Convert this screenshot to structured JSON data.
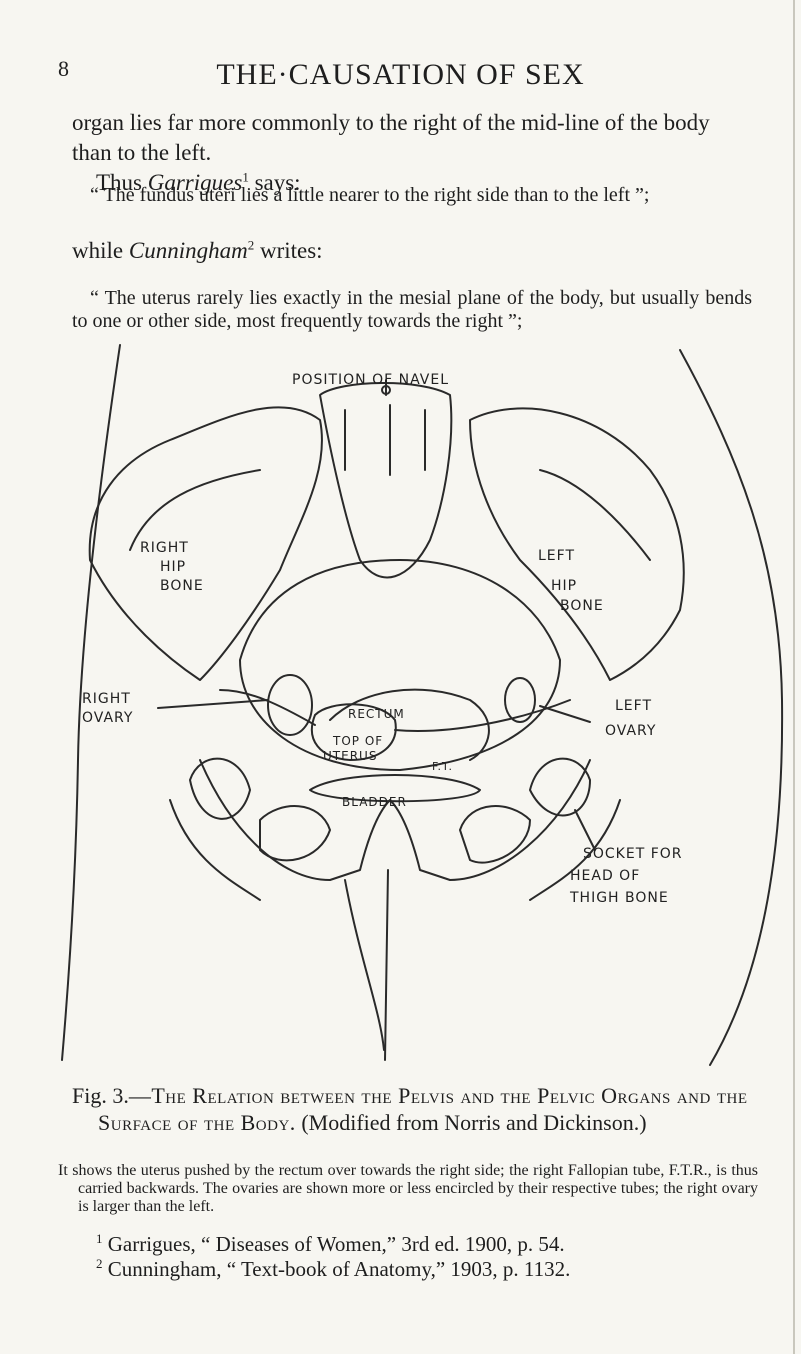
{
  "header": {
    "page_number": "8",
    "running_head": "THE·CAUSATION OF SEX"
  },
  "text": {
    "p1": "organ lies far more commonly to the right of the mid-line of the body than to the left.",
    "p1b_pre": "Thus ",
    "p1b_name": "Garrigues",
    "p1b_ref": "1",
    "p1b_post": " says:",
    "quote1": "“ The fundus uteri lies a little nearer to the right side than to the left ”;",
    "p2_pre": "while ",
    "p2_name": "Cunningham",
    "p2_ref": "2",
    "p2_post": " writes:",
    "quote2": "“ The uterus rarely lies exactly in the mesial plane of the body, but usually bends to one or other side, most frequently towards the right ”;"
  },
  "figure": {
    "labels": {
      "navel": "POSITION OF NAVEL",
      "right_hip_1": "RIGHT",
      "right_hip_2": "HIP",
      "right_hip_3": "BONE",
      "left_hip_1": "LEFT",
      "left_hip_2": "HIP",
      "left_hip_3": "BONE",
      "right_ovary_1": "RIGHT",
      "right_ovary_2": "OVARY",
      "left_ovary_1": "LEFT",
      "left_ovary_2": "OVARY",
      "rectum": "RECTUM",
      "top_of": "TOP OF",
      "uterus": "UTERUS",
      "ft": "F.T.",
      "bladder": "BLADDER",
      "socket_1": "SOCKET FOR",
      "socket_2": "HEAD OF",
      "socket_3": "THIGH BONE"
    }
  },
  "caption": {
    "fig_no": "Fig. 3.",
    "title": "—The Relation between the Pelvis and the Pelvic Organs and the Surface of the Body.",
    "note": "(Modified from Norris and Dickinson.)"
  },
  "description": "It shows the uterus pushed by the rectum over towards the right side; the right Fallopian tube, F.T.R., is thus carried backwards. The ovaries are shown more or less encircled by their respective tubes; the right ovary is larger than the left.",
  "footnotes": [
    {
      "mark": "1",
      "text": "Garrigues, “ Diseases of Women,” 3rd ed. 1900, p. 54."
    },
    {
      "mark": "2",
      "text": "Cunningham, “ Text-book of Anatomy,” 1903, p. 1132."
    }
  ]
}
